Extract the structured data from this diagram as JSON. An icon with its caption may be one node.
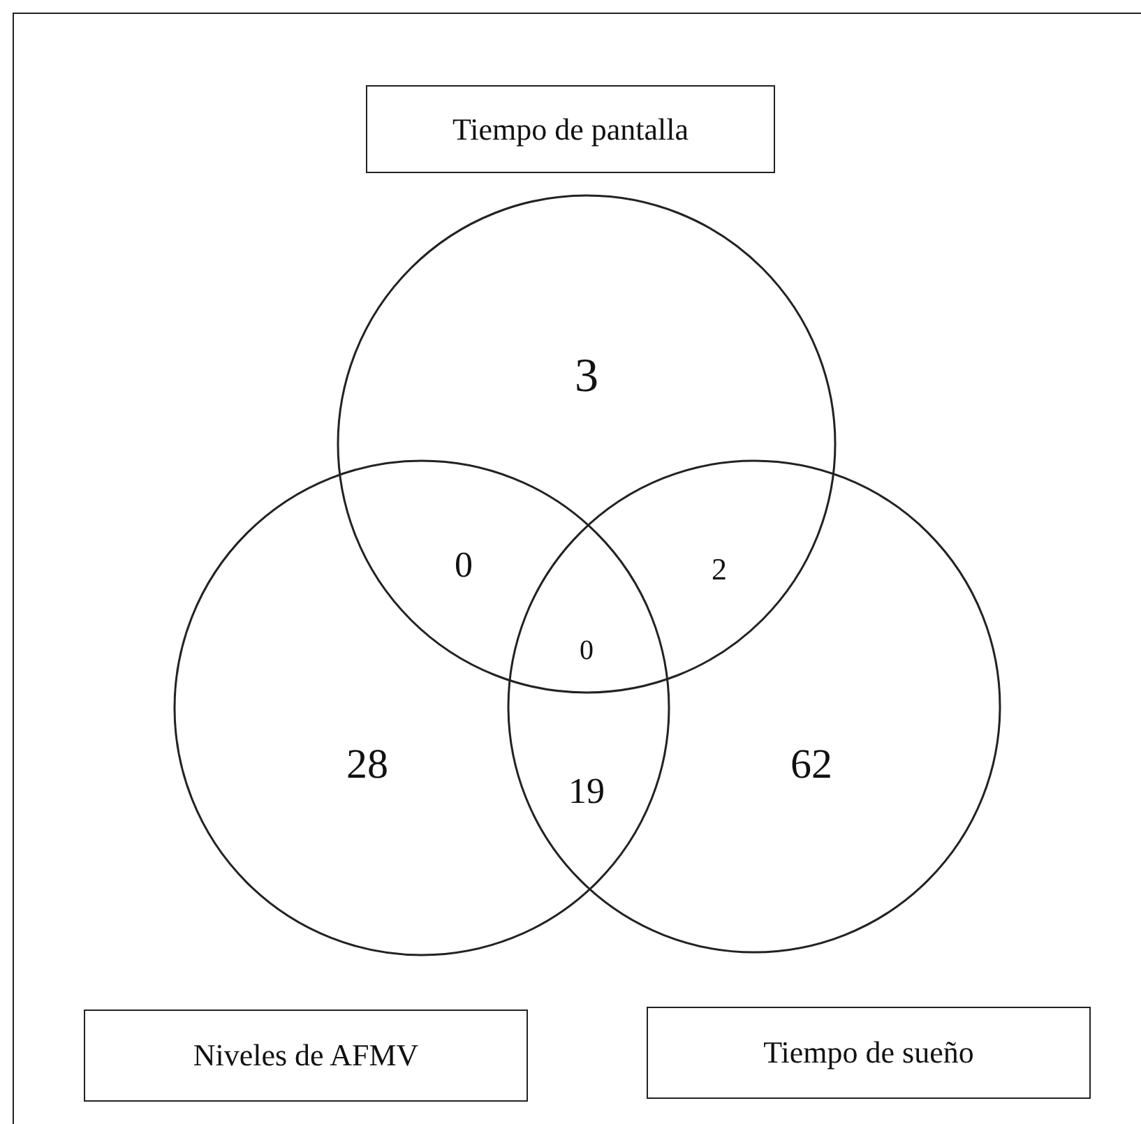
{
  "diagram": {
    "nodes": [
      {
        "text": [
          "Tiempo de pantalla"
        ]
      },
      {
        "text": [],
        "shape": "circle"
      },
      {
        "text": [],
        "shape": "circle"
      },
      {
        "text": [],
        "shape": "circle"
      },
      {
        "text": [
          "Niveles de AFMV"
        ]
      },
      {
        "text": [
          "Tiempo de sueño"
        ]
      }
    ],
    "labels": [
      "3",
      "0",
      "2",
      "0",
      "28",
      "19",
      "62"
    ]
  }
}
